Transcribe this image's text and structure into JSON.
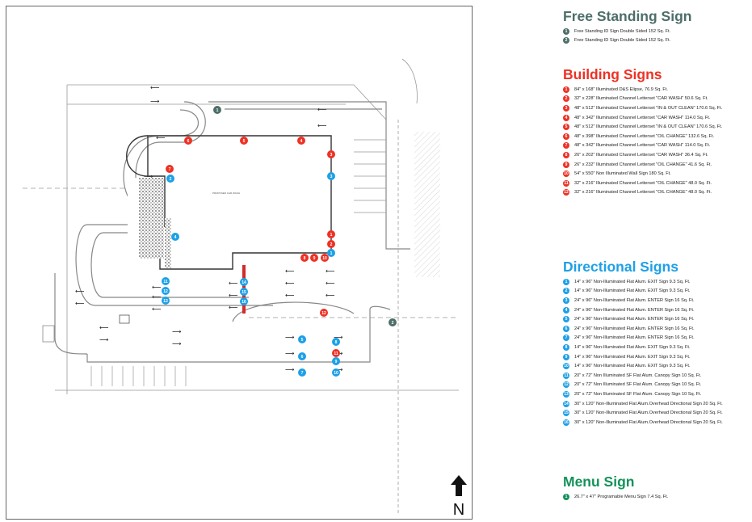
{
  "legend": {
    "free_standing": {
      "title": "Free Standing Sign",
      "color": "#4d6e69",
      "items": [
        {
          "num": "1",
          "text": "Free Standing ID Sign Double Sided 152 Sq. Ft."
        },
        {
          "num": "2",
          "text": "Free Standing ID Sign Double Sided 152 Sq. Ft."
        }
      ]
    },
    "building": {
      "title": "Building Signs",
      "color": "#ee3124",
      "items": [
        {
          "num": "1",
          "text": "84\" x 168\" Illuminated D&S Elipse, 76.9 Sq. Ft."
        },
        {
          "num": "2",
          "text": "32\" x 228\" Illuminated Channel Letterset \"CAR WASH\" 50.6 Sq. Ft."
        },
        {
          "num": "3",
          "text": "48\" x 512\" Illuminated Channel Letterset \"IN & OUT CLEAN\" 170.6 Sq. Ft."
        },
        {
          "num": "4",
          "text": "48\" x 342\" Illuminated Channel Letterset \"CAR WASH\" 114.0 Sq. Ft."
        },
        {
          "num": "5",
          "text": "48\" x 512\" Illuminated Channel Letterset \"IN & OUT CLEAN\" 170.6 Sq. Ft."
        },
        {
          "num": "6",
          "text": "48\" x 398\" Illuminated Channel Letterset \"OIL CHANGE\" 132.6 Sq. Ft."
        },
        {
          "num": "7",
          "text": "48\" x 342\" Illuminated Channel Letterset \"CAR WASH\" 114.0 Sq. Ft."
        },
        {
          "num": "8",
          "text": "26\" x 202\" Illuminated Channel Letterset \"CAR WASH\" 36.4 Sq. Ft."
        },
        {
          "num": "9",
          "text": "26\" x 232\" Illuminated Channel Letterset \"OIL CHANGE\" 41.6 Sq. Ft."
        },
        {
          "num": "10",
          "text": "54\" x 550\" Non Illuminated Wall Sign 180 Sq. Ft."
        },
        {
          "num": "11",
          "text": "32\" x 216\" Illuminated Channel Letterset \"OIL CHANGE\" 48.0 Sq. Ft."
        },
        {
          "num": "12",
          "text": "32\" x 216\" Illuminated Channel Letterset \"OIL CHANGE\" 48.0 Sq. Ft."
        }
      ]
    },
    "directional": {
      "title": "Directional Signs",
      "color": "#1ea0e6",
      "items": [
        {
          "num": "1",
          "text": "14\" x 96\" Non-Illuminated Flat Alum. EXIT Sign 9.3 Sq. Ft."
        },
        {
          "num": "2",
          "text": "14\" x 96\" Non-Illuminated Flat Alum. EXIT Sign 9.3 Sq. Ft."
        },
        {
          "num": "3",
          "text": "24\" x 96\" Non-Illuminated Flat Alum. ENTER Sign 16 Sq. Ft."
        },
        {
          "num": "4",
          "text": "24\" x 96\" Non-Illuminated Flat Alum. ENTER Sign 16 Sq. Ft."
        },
        {
          "num": "5",
          "text": "24\" x 96\" Non-Illuminated Flat Alum. ENTER Sign 16 Sq. Ft."
        },
        {
          "num": "6",
          "text": "24\" x 96\" Non-Illuminated Flat Alum. ENTER Sign 16 Sq. Ft."
        },
        {
          "num": "7",
          "text": "24\" x 96\" Non-Illuminated Flat Alum. ENTER Sign 16 Sq. Ft."
        },
        {
          "num": "8",
          "text": "14\" x 96\" Non-Illuminated Flat Alum. EXIT Sign 9.3 Sq. Ft."
        },
        {
          "num": "9",
          "text": "14\" x 96\" Non-Illuminated Flat Alum. EXIT Sign 9.3 Sq. Ft."
        },
        {
          "num": "10",
          "text": "14\" x 96\" Non-Illuminated Flat Alum. EXIT Sign 9.3 Sq. Ft."
        },
        {
          "num": "11",
          "text": "20\" x 72\" Non Illuminated SF Flat Alum. Canopy Sign 10 Sq. Ft."
        },
        {
          "num": "12",
          "text": "20\" x 72\" Non Illuminated SF Flat Alum. Canopy Sign 10 Sq. Ft."
        },
        {
          "num": "13",
          "text": "20\" x 72\" Non Illuminated SF Flat Alum. Canopy Sign 10 Sq. Ft."
        },
        {
          "num": "14",
          "text": "30\" x 120\" Non-Illuminated Flat Alum.Overhead Directional Sign 20 Sq. Ft."
        },
        {
          "num": "15",
          "text": "30\" x 120\" Non-Illuminated Flat Alum.Overhead Directional Sign 20 Sq. Ft."
        },
        {
          "num": "16",
          "text": "30\" x 120\" Non-Illuminated Flat Alum.Overhead Directional Sign 20 Sq. Ft."
        }
      ]
    },
    "menu": {
      "title": "Menu Sign",
      "color": "#14925a",
      "items": [
        {
          "num": "1",
          "text": "26.7\" x 47\" Programable Menu Sign 7.4 Sq. Ft."
        }
      ]
    }
  },
  "plan": {
    "north_label": "N",
    "building_label": "PROPOSED CAR WASH",
    "markers": {
      "free": [
        "1",
        "2"
      ],
      "building": [
        "6",
        "5",
        "4",
        "3",
        "7",
        "1",
        "2",
        "8",
        "9",
        "10",
        "12",
        "11"
      ],
      "directional": [
        "2",
        "3",
        "4",
        "1",
        "11",
        "12",
        "13",
        "14",
        "15",
        "16",
        "5",
        "6",
        "7",
        "8",
        "9",
        "10"
      ]
    }
  }
}
